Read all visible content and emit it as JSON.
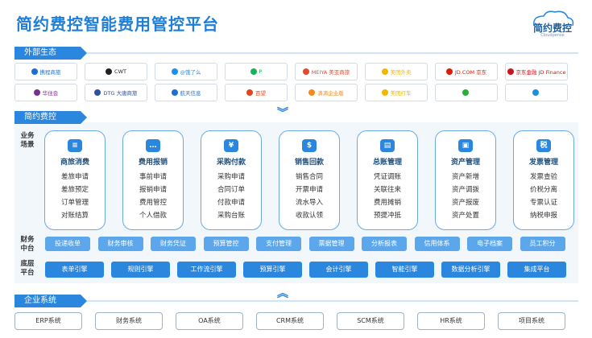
{
  "title": "简约费控智能费用管控平台",
  "logo": {
    "name": "简约费控",
    "sub": "Cloudpense"
  },
  "sections": {
    "ecosystem": "外部生态",
    "platform": "简约费控",
    "enterprise": "企业系统"
  },
  "ecosystem_row1": [
    {
      "label": "携程商旅",
      "icon": "ctrip-icon",
      "color": "#1a6fd0"
    },
    {
      "label": "CWT",
      "icon": "cwt-icon",
      "color": "#222222"
    },
    {
      "label": "@饿了么",
      "icon": "eleme-icon",
      "color": "#1e8ff0"
    },
    {
      "label": "P",
      "icon": "parking-icon",
      "color": "#1bb15a"
    },
    {
      "label": "MEIYA 美亚商旅",
      "icon": "meiya-icon",
      "color": "#e24c2a"
    },
    {
      "label": "美团外卖",
      "icon": "meituan-waimai-icon",
      "color": "#f2b705"
    },
    {
      "label": "JD.COM 京东",
      "icon": "jd-icon",
      "color": "#d81e06"
    },
    {
      "label": "京东金融 JD Finance",
      "icon": "jd-finance-icon",
      "color": "#c9151e"
    }
  ],
  "ecosystem_row2": [
    {
      "label": "华住会",
      "icon": "huazhu-icon",
      "color": "#7a2f8c"
    },
    {
      "label": "DTG 大唐商旅",
      "icon": "dtg-icon",
      "color": "#2f4fa0"
    },
    {
      "label": "航天信息",
      "icon": "aisino-icon",
      "color": "#1a6fd0"
    },
    {
      "label": "百望",
      "icon": "baiwang-icon",
      "color": "#e2451f"
    },
    {
      "label": "滴滴企业版",
      "icon": "didi-icon",
      "color": "#f28a1e"
    },
    {
      "label": "美团打车",
      "icon": "meituan-taxi-icon",
      "color": "#f2b705"
    },
    {
      "label": "",
      "icon": "wechat-icon",
      "color": "#2aae3a"
    },
    {
      "label": "",
      "icon": "alipay-icon",
      "color": "#1a8fe0"
    }
  ],
  "row_labels": {
    "business": "业务场景",
    "finance": "财务中台",
    "base": "底层平台"
  },
  "cards": [
    {
      "title": "商旅消费",
      "icon": "bill-icon",
      "glyph": "≡",
      "items": [
        "差旅申请",
        "差旅预定",
        "订单管理",
        "对账结算"
      ]
    },
    {
      "title": "费用报销",
      "icon": "chat-icon",
      "glyph": "…",
      "items": [
        "事前申请",
        "报销申请",
        "费用管控",
        "个人借款"
      ]
    },
    {
      "title": "采购付款",
      "icon": "yen-icon",
      "glyph": "¥",
      "items": [
        "采购申请",
        "合同订单",
        "付款申请",
        "采购台账"
      ]
    },
    {
      "title": "销售回款",
      "icon": "coins-icon",
      "glyph": "$",
      "items": [
        "销售合同",
        "开票申请",
        "流水导入",
        "收款认领"
      ]
    },
    {
      "title": "总账管理",
      "icon": "ledger-icon",
      "glyph": "▤",
      "items": [
        "凭证调账",
        "关联往来",
        "费用摊销",
        "预提冲抵"
      ]
    },
    {
      "title": "资产管理",
      "icon": "wallet-icon",
      "glyph": "▣",
      "items": [
        "资产新增",
        "资产调拨",
        "资产报废",
        "资产处置"
      ]
    },
    {
      "title": "发票管理",
      "icon": "tax-icon",
      "glyph": "税",
      "items": [
        "发票查验",
        "价税分离",
        "专票认证",
        "纳税申报"
      ]
    }
  ],
  "finance_items": [
    "投递收单",
    "财务审核",
    "财务凭证",
    "预算管控",
    "支付管理",
    "票据管理",
    "分析报表",
    "信用体系",
    "电子档案",
    "员工积分"
  ],
  "base_items": [
    "表单引擎",
    "规则引擎",
    "工作流引擎",
    "预算引擎",
    "会计引擎",
    "智能引擎",
    "数据分析引擎",
    "集成平台"
  ],
  "systems": [
    "ERP系统",
    "财务系统",
    "OA系统",
    "CRM系统",
    "SCM系统",
    "HR系统",
    "项目系统"
  ],
  "colors": {
    "primary": "#2b86de",
    "chip": "#5ca7ec",
    "panel": "#f2f7fc",
    "title": "#1f7ed6"
  }
}
